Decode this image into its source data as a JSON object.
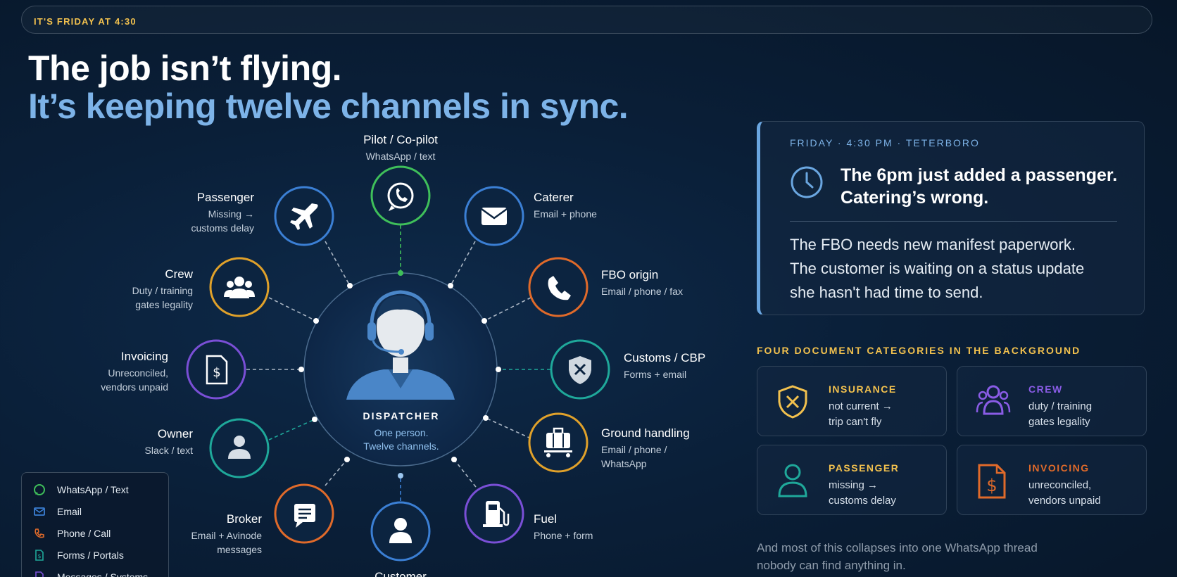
{
  "banner": {
    "label": "IT'S FRIDAY AT 4:30"
  },
  "headline": {
    "line1": "The job isn’t flying.",
    "line2": "It’s keeping twelve channels in sync."
  },
  "hub": {
    "title": "DISPATCHER",
    "sub1": "One person.",
    "sub2": "Twelve channels."
  },
  "channels": {
    "pilot": {
      "title": "Pilot / Co-pilot",
      "sub1": "WhatsApp / text",
      "color": "#3fbf5a"
    },
    "caterer": {
      "title": "Caterer",
      "sub1": "Email + phone",
      "color": "#3b7fd4"
    },
    "fbo": {
      "title": "FBO origin",
      "sub1": "Email / phone / fax",
      "color": "#e06a2a"
    },
    "customs": {
      "title": "Customs / CBP",
      "sub1": "Forms + email",
      "color": "#1fa89a"
    },
    "ground": {
      "title": "Ground handling",
      "sub1": "Email / phone /",
      "sub2": "WhatsApp",
      "color": "#e0a12a"
    },
    "fuel": {
      "title": "Fuel",
      "sub1": "Phone + form",
      "color": "#7a4fd6"
    },
    "customer": {
      "title": "Customer",
      "color": "#3b7fd4"
    },
    "broker": {
      "title": "Broker",
      "sub1": "Email + Avinode",
      "sub2": "messages",
      "color": "#e06a2a"
    },
    "owner": {
      "title": "Owner",
      "sub1": "Slack / text",
      "color": "#1fa89a"
    },
    "invoicing": {
      "title": "Invoicing",
      "sub1": "Unreconciled,",
      "sub2": "vendors unpaid",
      "color": "#7a4fd6"
    },
    "crew": {
      "title": "Crew",
      "sub1": "Duty / training",
      "sub2": "gates legality",
      "color": "#e0a12a"
    },
    "passenger": {
      "title": "Passenger",
      "sub1": "Missing →",
      "sub2": "customs delay",
      "color": "#3b7fd4"
    }
  },
  "legend": [
    {
      "label": "WhatsApp / Text",
      "icon": "whatsapp-icon",
      "color": "#3fbf5a"
    },
    {
      "label": "Email",
      "icon": "email-icon",
      "color": "#3b7fd4"
    },
    {
      "label": "Phone / Call",
      "icon": "phone-icon",
      "color": "#e06a2a"
    },
    {
      "label": "Forms / Portals",
      "icon": "form-icon",
      "color": "#1fa89a"
    },
    {
      "label": "Messages / Systems",
      "icon": "message-icon",
      "color": "#7a4fd6"
    }
  ],
  "callout": {
    "meta": "FRIDAY · 4:30 PM · TETERBORO",
    "head1": "The 6pm just added a passenger.",
    "head2": "Catering’s wrong.",
    "body1": "The FBO needs new manifest paperwork.",
    "body2": "The customer is waiting on a status update",
    "body3": "she hasn't had time to send."
  },
  "categories": {
    "heading": "FOUR DOCUMENT CATEGORIES IN THE BACKGROUND",
    "insurance": {
      "title": "INSURANCE",
      "sub1": "not current →",
      "sub2": "trip can't fly",
      "color": "#f2c14e"
    },
    "crew": {
      "title": "CREW",
      "sub1": "duty / training",
      "sub2": "gates legality",
      "color": "#8a5ce6"
    },
    "passenger": {
      "title": "PASSENGER",
      "sub1": "missing →",
      "sub2": "customs delay",
      "color": "#f2c14e"
    },
    "invoicing": {
      "title": "INVOICING",
      "sub1": "unreconciled,",
      "sub2": "vendors unpaid",
      "color": "#e06a2a"
    }
  },
  "footer": {
    "line1": "And most of this collapses into one WhatsApp thread",
    "line2": "nobody can find anything in."
  }
}
